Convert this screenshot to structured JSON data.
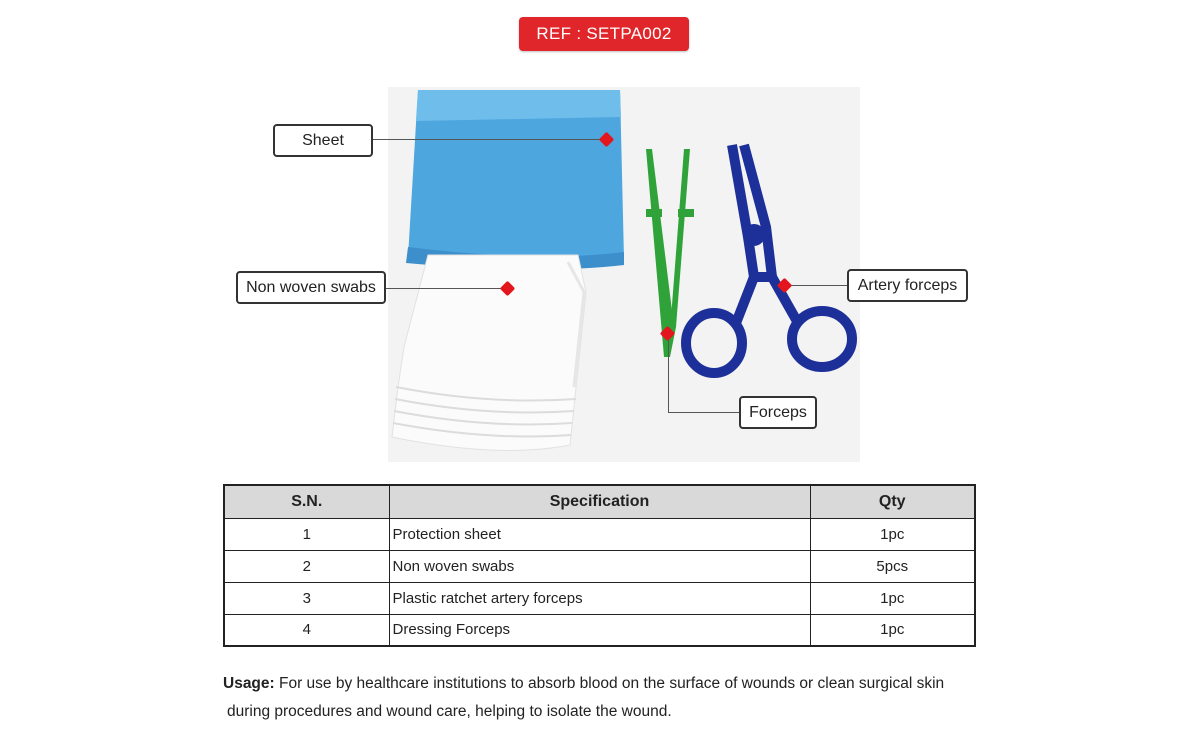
{
  "ref_label": "REF : SETPA002",
  "callouts": {
    "sheet": "Sheet",
    "swabs": "Non woven swabs",
    "artery": "Artery forceps",
    "forceps": "Forceps"
  },
  "table": {
    "headers": [
      "S.N.",
      "Specification",
      "Qty"
    ],
    "rows": [
      {
        "sn": "1",
        "spec": "Protection sheet",
        "qty": "1pc"
      },
      {
        "sn": "2",
        "spec": "Non woven swabs",
        "qty": "5pcs"
      },
      {
        "sn": "3",
        "spec": "Plastic ratchet artery forceps",
        "qty": "1pc"
      },
      {
        "sn": "4",
        "spec": "Dressing Forceps",
        "qty": "1pc"
      }
    ]
  },
  "usage": {
    "label": "Usage:",
    "line1": " For use by healthcare institutions to absorb blood on the surface of wounds or clean surgical skin",
    "line2": "during procedures and wound care, helping to isolate the wound."
  },
  "colors": {
    "badge": "#e0262b",
    "marker": "#e3161d",
    "sheet": "#5aaee3",
    "forceps": "#2fa33a",
    "artery_forceps": "#1d2f99"
  }
}
